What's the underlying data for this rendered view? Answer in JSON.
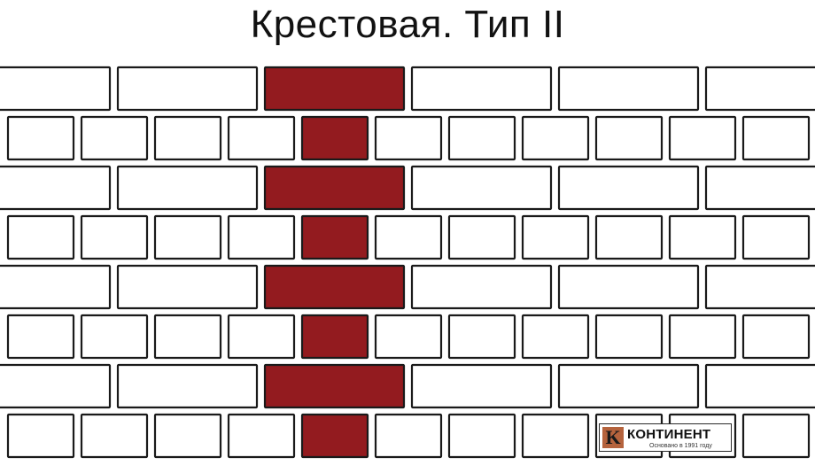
{
  "title": "Крестовая. Тип II",
  "colors": {
    "highlight": "#931b1f",
    "brick_fill": "#ffffff",
    "brick_stroke": "#1a1a1a"
  },
  "logo": {
    "mark": "K",
    "name": "КОНТИНЕНТ",
    "tagline": "Основано в 1991 году"
  }
}
